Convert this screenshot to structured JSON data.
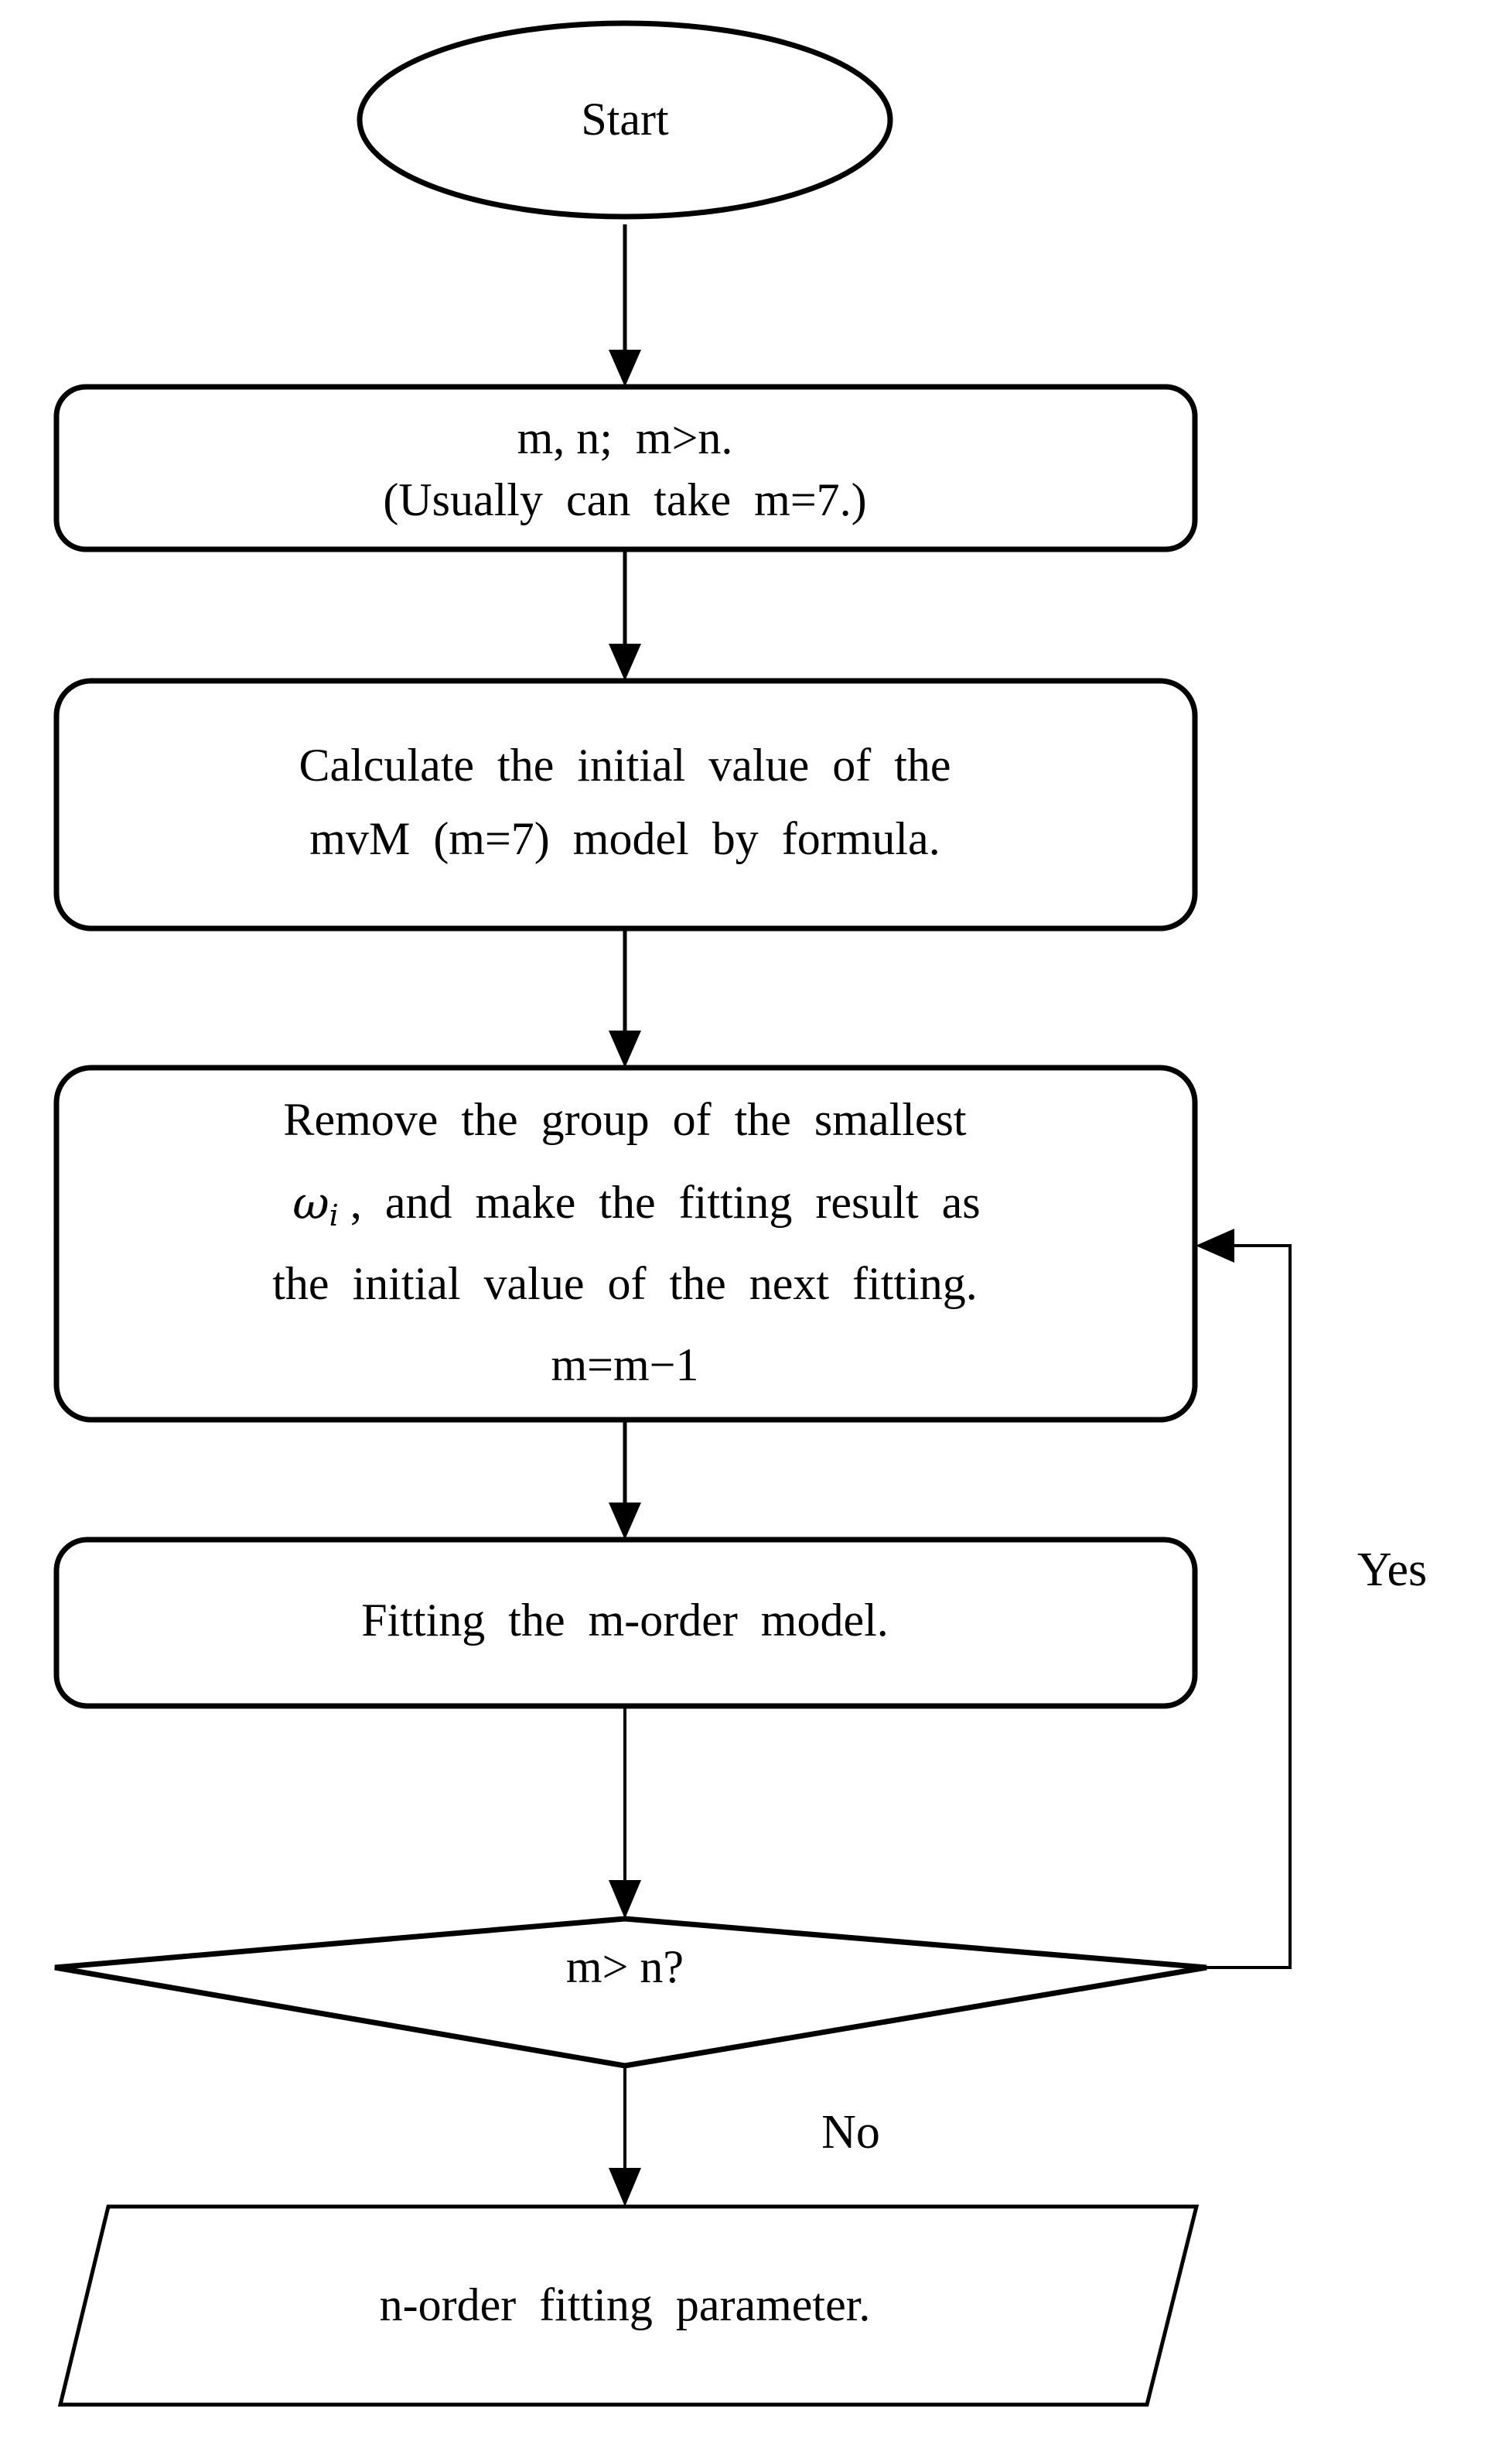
{
  "diagram": {
    "title": "mvM model order-reduction fitting flowchart",
    "background_color": "#ffffff",
    "line_color": "#000000",
    "nodes": {
      "start": {
        "shape": "ellipse",
        "label": "Start"
      },
      "inputs": {
        "shape": "rounded-rectangle",
        "line1": "m, n;  m>n.",
        "line2": "(Usually  can  take  m=7.)"
      },
      "initial_value": {
        "shape": "rounded-rectangle",
        "line1": "Calculate  the  initial  value  of  the",
        "line2": "mvM  (m=7)  model  by  formula."
      },
      "remove_group": {
        "shape": "rounded-rectangle",
        "line1": "Remove  the  group  of  the  smallest",
        "line2_prefix": "",
        "line2_symbol": "ω",
        "line2_subscript": "i",
        "line2_rest": " ,  and  make  the  fitting  result  as",
        "line3": "the  initial  value  of  the  next  fitting.",
        "line4": "m=m−1"
      },
      "fit_model": {
        "shape": "rounded-rectangle",
        "line1": "Fitting  the  m-order  model."
      },
      "decision": {
        "shape": "diamond",
        "label": "m> n?"
      },
      "output": {
        "shape": "parallelogram",
        "label": "n-order  fitting  parameter."
      }
    },
    "edge_labels": {
      "yes": "Yes",
      "no": "No"
    }
  }
}
